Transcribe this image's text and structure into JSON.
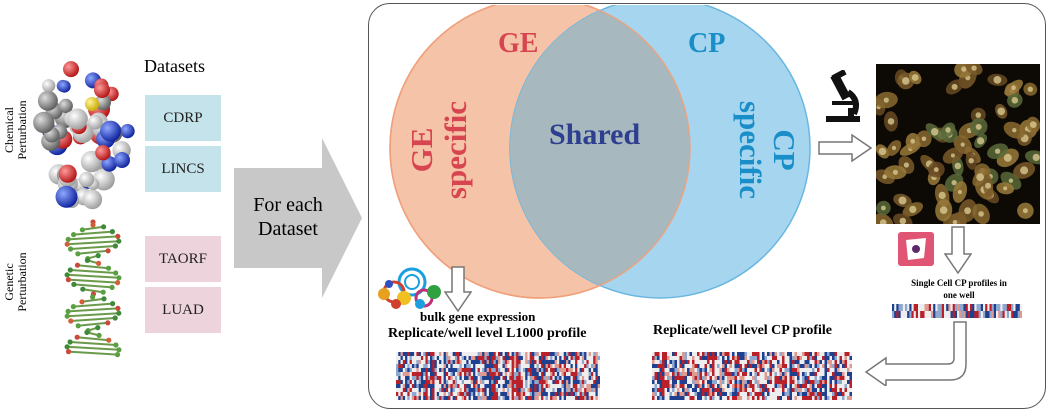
{
  "left": {
    "chemical_label": "Chemical\nPerturbation",
    "genetic_label": "Genetic\nPerturbation",
    "datasets_title": "Datasets",
    "datasets": [
      {
        "name": "CDRP",
        "group": "chemical"
      },
      {
        "name": "LINCS",
        "group": "chemical"
      },
      {
        "name": "TAORF",
        "group": "genetic"
      },
      {
        "name": "LUAD",
        "group": "genetic"
      }
    ]
  },
  "arrow": {
    "label_line1": "For each",
    "label_line2": "Dataset"
  },
  "venn": {
    "ge_title": "GE",
    "cp_title": "CP",
    "ge_specific_line1": "GE",
    "ge_specific_line2": "specific",
    "cp_specific_line1": "CP",
    "cp_specific_line2": "specific",
    "shared": "Shared",
    "colors": {
      "ge": "#d64550",
      "cp": "#1a8ec8",
      "shared": "#2f3f8f",
      "ge_fill": "#f5c3a8",
      "cp_fill": "#a6d6ef",
      "overlap_fill": "#a7b9be"
    }
  },
  "ge_pipeline": {
    "line1": "bulk gene expression",
    "line2": "Replicate/well level L1000 profile"
  },
  "cp_pipeline": {
    "single_cell_line1": "Single Cell CP profiles in",
    "single_cell_line2": "one well",
    "profile_label": "Replicate/well level CP profile"
  },
  "icons": [
    "molecule-image",
    "dna-image",
    "microscope-icon",
    "cell-image",
    "cellprofiler-icon",
    "l1000-bubbles-icon"
  ]
}
